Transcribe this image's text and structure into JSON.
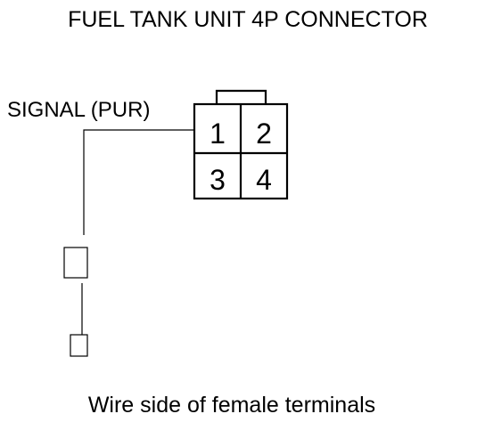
{
  "title": "FUEL TANK UNIT 4P CONNECTOR",
  "wire_label": "SIGNAL (PUR)",
  "pins": [
    "1",
    "2",
    "3",
    "4"
  ],
  "caption": "Wire side of female terminals"
}
